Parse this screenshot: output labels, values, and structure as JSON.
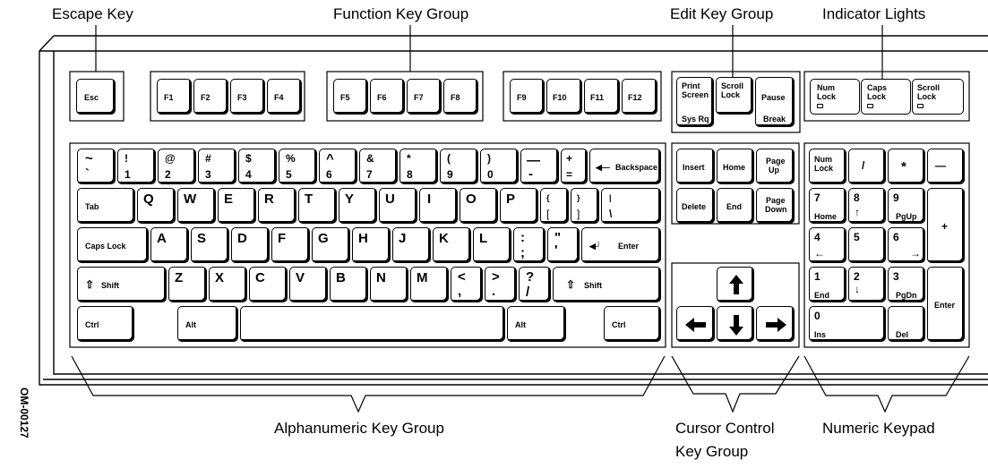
{
  "callouts": {
    "escape": "Escape Key",
    "function": "Function Key Group",
    "edit": "Edit Key Group",
    "indicator": "Indicator Lights",
    "alphanumeric": "Alphanumeric Key Group",
    "cursor_line1": "Cursor Control",
    "cursor_line2": "Key Group",
    "numeric": "Numeric Keypad"
  },
  "figure_id": "OM-00127",
  "keys": {
    "esc": "Esc",
    "f": [
      "F1",
      "F2",
      "F3",
      "F4",
      "F5",
      "F6",
      "F7",
      "F8",
      "F9",
      "F10",
      "F11",
      "F12"
    ],
    "print_screen_1": "Print",
    "print_screen_2": "Screen",
    "sys_rq": "Sys Rq",
    "scroll_lock_1": "Scroll",
    "scroll_lock_2": "Lock",
    "pause": "Pause",
    "break": "Break",
    "indicators": [
      {
        "l1": "Num",
        "l2": "Lock"
      },
      {
        "l1": "Caps",
        "l2": "Lock"
      },
      {
        "l1": "Scroll",
        "l2": "Lock"
      }
    ],
    "number_row": [
      {
        "top": "~",
        "bot": "`"
      },
      {
        "top": "!",
        "bot": "1"
      },
      {
        "top": "@",
        "bot": "2"
      },
      {
        "top": "#",
        "bot": "3"
      },
      {
        "top": "$",
        "bot": "4"
      },
      {
        "top": "%",
        "bot": "5"
      },
      {
        "top": "^",
        "bot": "6"
      },
      {
        "top": "&",
        "bot": "7"
      },
      {
        "top": "*",
        "bot": "8"
      },
      {
        "top": "(",
        "bot": "9"
      },
      {
        "top": ")",
        "bot": "0"
      },
      {
        "top": "—",
        "bot": "-"
      },
      {
        "top": "+",
        "bot": "="
      }
    ],
    "backspace": "Backspace",
    "tab": "Tab",
    "qrow": [
      "Q",
      "W",
      "E",
      "R",
      "T",
      "Y",
      "U",
      "I",
      "O",
      "P"
    ],
    "brace_l": {
      "top": "{",
      "bot": "["
    },
    "brace_r": {
      "top": "}",
      "bot": "]"
    },
    "pipe": {
      "top": "|",
      "bot": "\\"
    },
    "caps_lock": "Caps Lock",
    "arow": [
      "A",
      "S",
      "D",
      "F",
      "G",
      "H",
      "J",
      "K",
      "L"
    ],
    "semi": {
      "top": ":",
      "bot": ";"
    },
    "quote": {
      "top": "\"",
      "bot": "'"
    },
    "enter": "Enter",
    "shift": "Shift",
    "zrow": [
      "Z",
      "X",
      "C",
      "V",
      "B",
      "N",
      "M"
    ],
    "lt": {
      "top": "<",
      "bot": ","
    },
    "gt": {
      "top": ">",
      "bot": "."
    },
    "qm": {
      "top": "?",
      "bot": "/"
    },
    "ctrl": "Ctrl",
    "alt": "Alt",
    "insert": "Insert",
    "home": "Home",
    "page_up_1": "Page",
    "page_up_2": "Up",
    "delete": "Delete",
    "end": "End",
    "page_down_1": "Page",
    "page_down_2": "Down",
    "num_lock_1": "Num",
    "num_lock_2": "Lock",
    "slash": "/",
    "star": "*",
    "minus": "—",
    "plus": "+",
    "np7": {
      "n": "7",
      "s": "Home"
    },
    "np8": {
      "n": "8"
    },
    "np9": {
      "n": "9",
      "s": "PgUp"
    },
    "np4": {
      "n": "4"
    },
    "np5": {
      "n": "5"
    },
    "np6": {
      "n": "6"
    },
    "np1": {
      "n": "1",
      "s": "End"
    },
    "np2": {
      "n": "2"
    },
    "np3": {
      "n": "3",
      "s": "PgDn"
    },
    "np0": {
      "n": "0",
      "s": "Ins"
    },
    "npdel": "Del",
    "npenter": "Enter"
  }
}
